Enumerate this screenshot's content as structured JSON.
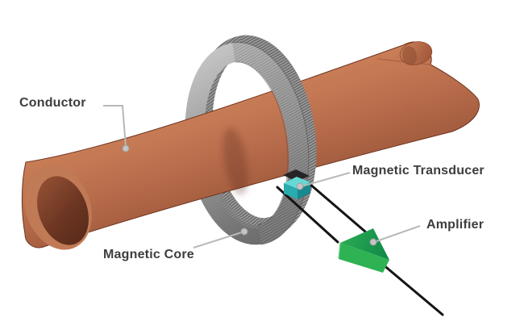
{
  "diagram": {
    "background_color": "#ffffff",
    "labels": [
      {
        "id": "conductor",
        "text": "Conductor"
      },
      {
        "id": "magnetic-core",
        "text": "Magnetic Core"
      },
      {
        "id": "magnetic-transducer",
        "text": "Magnetic Transducer"
      },
      {
        "id": "amplifier",
        "text": "Amplifier"
      }
    ],
    "colors": {
      "copper": "#b56a4a",
      "copper_dark": "#7c3d26",
      "core_gray": "#9a9a9a",
      "transducer_teal_top": "#66d9d6",
      "transducer_teal_front": "#2aabad",
      "transducer_teal_side": "#17898f",
      "amplifier_green_top": "#1c9a4e",
      "amplifier_green_front": "#2eb254",
      "wire": "#141414",
      "leader_line": "#b8b8b8",
      "leader_dot": "#c4c4c4",
      "label_text": "#3d3d3d"
    }
  }
}
